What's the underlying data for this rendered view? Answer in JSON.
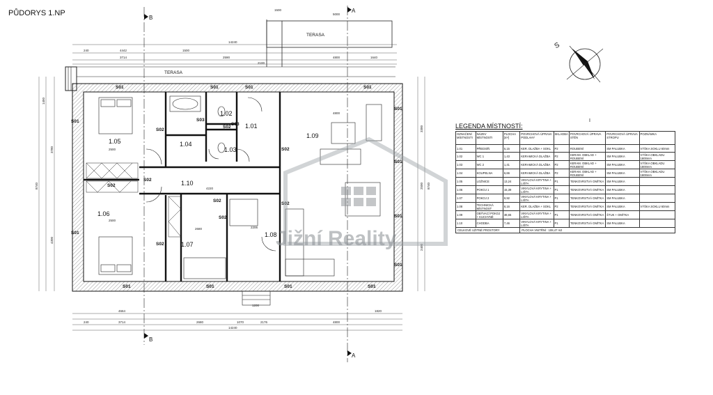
{
  "title": "PŮDORYS 1.NP",
  "section_marks": {
    "a_top": "A",
    "a_bottom": "A",
    "b_top": "B",
    "b_bottom": "B"
  },
  "terraces": {
    "top": "TERASA",
    "front": "TERASA"
  },
  "north_symbol": "S",
  "rooms": [
    {
      "id": "1.01",
      "label": "1.01"
    },
    {
      "id": "1.02",
      "label": "1.02"
    },
    {
      "id": "1.03",
      "label": "1.03"
    },
    {
      "id": "1.04",
      "label": "1.04"
    },
    {
      "id": "1.05",
      "label": "1.05"
    },
    {
      "id": "1.06",
      "label": "1.06"
    },
    {
      "id": "1.07",
      "label": "1.07"
    },
    {
      "id": "1.08",
      "label": "1.08"
    },
    {
      "id": "1.09",
      "label": "1.09"
    },
    {
      "id": "1.10",
      "label": "1.10"
    }
  ],
  "window_tags": {
    "s01": "S01",
    "s02": "S02",
    "s03": "S03"
  },
  "dims": {
    "top_total": "14240",
    "top_1": "4442",
    "top_2": "3714",
    "top_3": "1500",
    "top_4": "2590",
    "top_5": "2100",
    "top_6": "4800",
    "top_7": "1500",
    "top_8": "5000",
    "top_9": "1640",
    "top_10": "240",
    "bottom_total": "14240",
    "bottom_1": "4664",
    "bottom_2": "3714",
    "bottom_3": "2680",
    "bottom_4": "1070",
    "bottom_5": "2176",
    "bottom_6": "4800",
    "bottom_7": "1820",
    "bottom_8": "240",
    "left_total": "8740",
    "left_1": "1450",
    "left_2": "3780",
    "left_3": "4300",
    "right_total": "8740",
    "right_1": "3300",
    "right_2": "2500",
    "right_3": "2400",
    "r105": "2500",
    "r106": "2500",
    "r110": "4220",
    "r109": "4800",
    "r107": "2680",
    "r108": "2206",
    "front_step": "1200"
  },
  "watermark": "Jižní Reality",
  "legend": {
    "title": "LEGENDA MÍSTNOSTÍ:",
    "headers": [
      "OZNAČENÍ MÍSTNOSTI",
      "NÁZEV MÍSTNOSTI",
      "PLOCHA [m²]",
      "POVRCHOVÁ ÚPRAVA PODLAHY",
      "SKLADBA",
      "POVRCHOVÁ ÚPRAVA STĚN",
      "POVRCHOVÁ ÚPRAVA STROPU",
      "POZNÁMKA"
    ],
    "rows": [
      [
        "1.01",
        "PŘEDSÍŇ",
        "5,15",
        "KER. DLAŽBA + SOKL",
        "P2",
        "ROUBENÍ",
        "SM PALUBKA",
        "VÝŠKA SOKLU 60mm"
      ],
      [
        "1.02",
        "WC 1",
        "1,43",
        "KERAMICKÁ DLAŽBA",
        "P2",
        "KERAM. OBKLAD + ROUBENÍ",
        "SM PALUBKA",
        "VÝŠKA OBKLADU 1800mm"
      ],
      [
        "1.03",
        "WC 2",
        "1,41",
        "KERAMICKÁ DLAŽBA",
        "P2",
        "KERAM. OBKLAD + ROUBENÍ",
        "SM PALUBKA",
        "VÝŠKA OBKLADU 1800mm"
      ],
      [
        "1.04",
        "KOUPELNA",
        "6,66",
        "KERAMICKÁ DLAŽBA",
        "P2",
        "KERAM. OBKLAD + ROUBENÍ",
        "SM PALUBKA",
        "VÝŠKA OBKLADU 1800mm"
      ],
      [
        "1.05",
        "LOŽNICE",
        "13,24",
        "VINYLOVÁ KRYTINA + LIŠTA",
        "P1",
        "TENKOVRSTVÁ OMÍTKA",
        "SM PALUBKA",
        ""
      ],
      [
        "1.06",
        "POKOJ 1",
        "15,39",
        "VINYLOVÁ KRYTINA + LIŠTA",
        "P1",
        "TENKOVRSTVÁ OMÍTKA",
        "SM PALUBKA",
        ""
      ],
      [
        "1.07",
        "POKOJ 2",
        "9,92",
        "VINYLOVÁ KRYTINA + LIŠTA",
        "P1",
        "TENKOVRSTVÁ OMÍTKA",
        "SM PALUBKA",
        ""
      ],
      [
        "1.08",
        "TECHNICKÁ MÍSTNOST",
        "8,16",
        "KER. DLAŽBA + SOKL",
        "P2",
        "TENKOVRSTVÁ OMÍTKA",
        "SM PALUBKA",
        "VÝŠKA SOKLU 60mm"
      ],
      [
        "1.09",
        "OBÝVACÍ POKOJ + KUCHYNĚ",
        "38,65",
        "VINYLOVÁ KRYTINA + LIŠTA",
        "P1",
        "TENKOVRSTVÁ OMÍTKA",
        "ŠTUK + OMÍTKA",
        ""
      ],
      [
        "1.10",
        "CHODBA",
        "7,46",
        "VINYLOVÁ KRYTINA + LIŠTA",
        "P1",
        "TENKOVRSTVÁ OMÍTKA",
        "SM PALUBKA",
        ""
      ]
    ],
    "footer_label": "CELKOVÉ UŽITNÉ PROSTORY",
    "footer_area": "PLOCHA VNITŘNÍ :   108,47 m2",
    "marker": "I"
  }
}
